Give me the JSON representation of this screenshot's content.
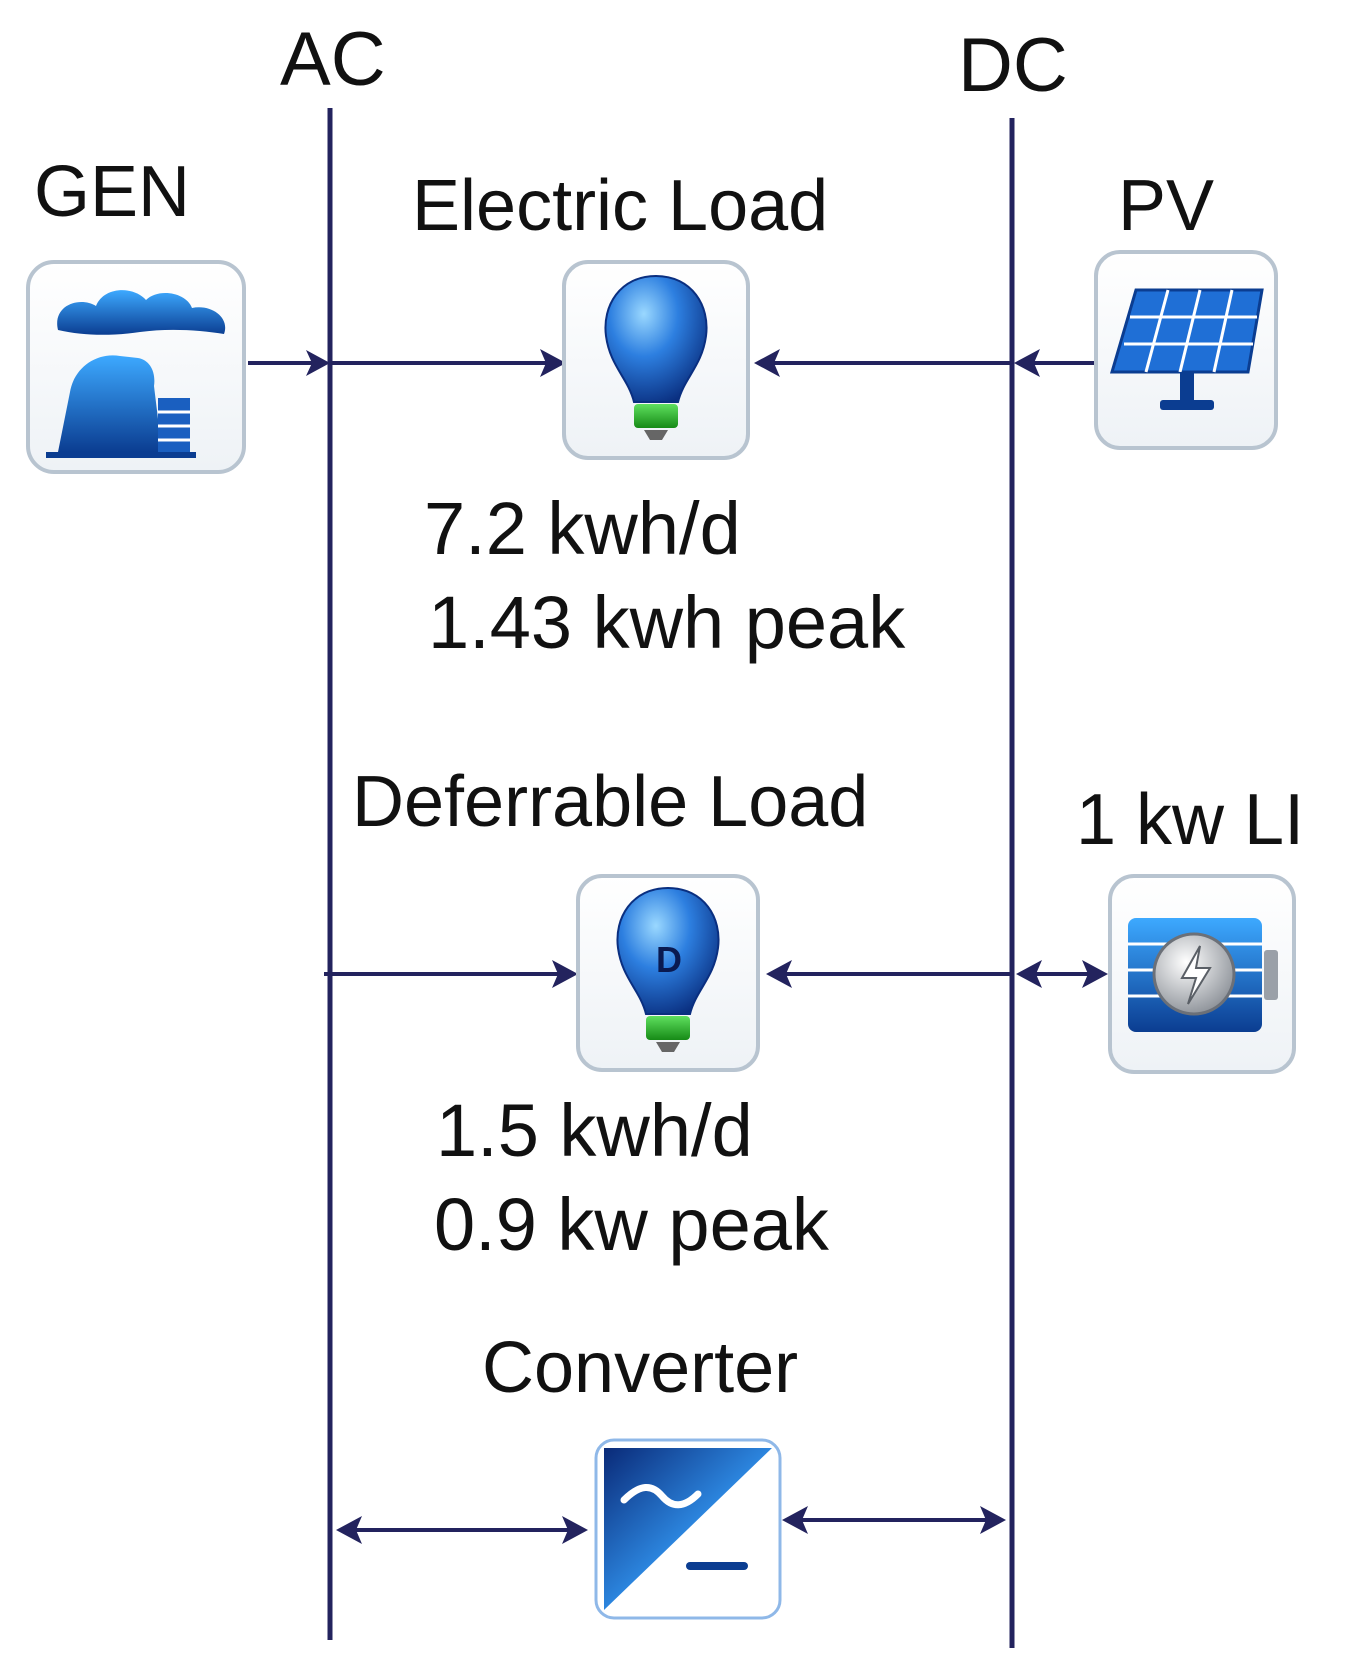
{
  "buses": {
    "ac_label": "AC",
    "dc_label": "DC"
  },
  "components": {
    "gen": {
      "label": "GEN",
      "icon": "power-plant-icon"
    },
    "electric_load": {
      "label": "Electric Load",
      "icon": "light-bulb-icon",
      "daily_energy": "7.2 kwh/d",
      "peak": "1.43 kwh peak"
    },
    "pv": {
      "label": "PV",
      "icon": "solar-panel-icon"
    },
    "deferrable_load": {
      "label": "Deferrable Load",
      "icon": "deferrable-bulb-icon",
      "bulb_mark": "D",
      "daily_energy": "1.5 kwh/d",
      "peak": "0.9 kw peak"
    },
    "battery": {
      "label": "1 kw LI",
      "icon": "battery-icon"
    },
    "converter": {
      "label": "Converter",
      "icon": "converter-icon"
    }
  },
  "colors": {
    "line": "#23235e",
    "icon_blue_dark": "#0b3d91",
    "icon_blue_light": "#3da9ff",
    "bulb_base": "#22aa22",
    "box_border": "#b8c4d0"
  }
}
